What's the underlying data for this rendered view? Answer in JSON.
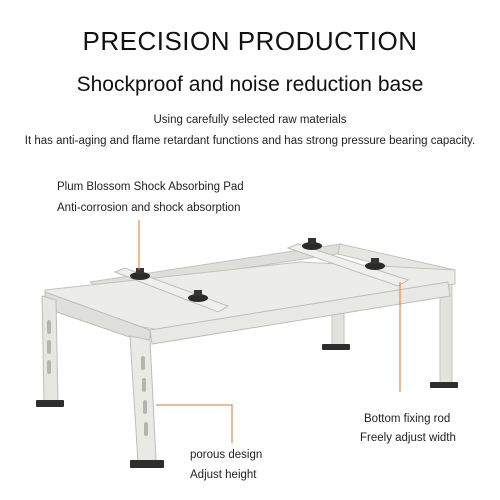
{
  "headline": "PRECISION PRODUCTION",
  "subheadline": "Shockproof and noise reduction base",
  "description": {
    "line1": "Using carefully selected raw materials",
    "line2": "It has anti-aging and flame retardant functions and has strong pressure bearing capacity."
  },
  "callouts": {
    "pad_title": "Plum Blossom Shock Absorbing Pad",
    "pad_detail": "Anti-corrosion and shock absorption",
    "rod_title": "Bottom fixing rod",
    "rod_detail": "Freely adjust width",
    "leg_title": "porous design",
    "leg_detail": "Adjust height"
  },
  "colors": {
    "callout_line": "#e8731c",
    "frame": "#e9e9e7",
    "frame_shadow": "#c9c9c6",
    "text": "#222222"
  }
}
